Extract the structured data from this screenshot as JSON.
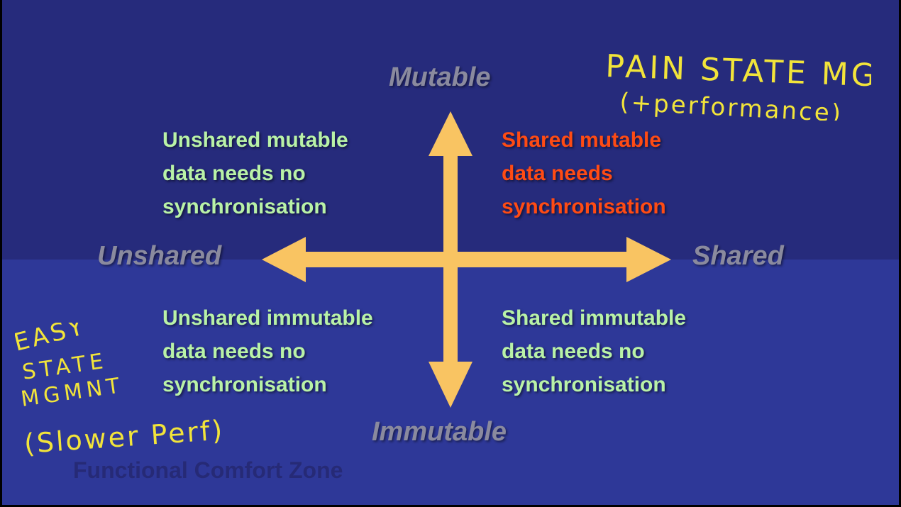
{
  "colors": {
    "band_top": "#262b7c",
    "band_bottom": "#2e3898",
    "axis_label": "#8a8a9e",
    "arrow": "#f9c462",
    "quad_green": "#b9f2a7",
    "quad_red": "#ff4b14",
    "zone_text": "#262a76",
    "handwriting": "#f2e43a"
  },
  "axes": {
    "top": "Mutable",
    "bottom": "Immutable",
    "left": "Unshared",
    "right": "Shared"
  },
  "quadrants": {
    "top_left": [
      "Unshared mutable",
      "data needs no",
      "synchronisation"
    ],
    "top_right": [
      "Shared mutable",
      "data needs",
      "synchronisation"
    ],
    "bottom_left": [
      "Unshared immutable",
      "data needs no",
      "synchronisation"
    ],
    "bottom_right": [
      "Shared immutable",
      "data needs no",
      "synchronisation"
    ]
  },
  "zone_caption": "Functional Comfort Zone",
  "annotations": {
    "top_right": [
      "PAIN STATE MGMT",
      "(+performance)"
    ],
    "bottom_left": [
      "EASY",
      "STATE",
      "MGMNT",
      "(Slower Perf)"
    ]
  }
}
